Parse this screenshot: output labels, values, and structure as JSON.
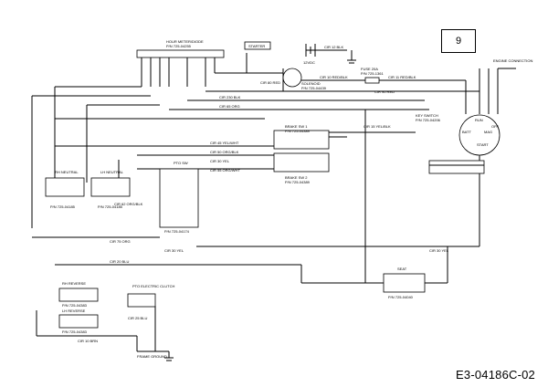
{
  "page_number": "9",
  "part_code": "E3-04186C-02",
  "labels": {
    "hour_meter": "HOUR METER/DIODE",
    "hour_meter_pn": "P/N 725-04255",
    "starter": "STARTER",
    "cir_12": "CIR 12 BLK",
    "volt": "12VDC",
    "fuse": "FUSE 20A",
    "fuse_pn": "P/N 725-1361",
    "solenoid": "SOLENOID",
    "solenoid_pn": "P/N 725-04439",
    "cir_80_red": "CIR 80 RED",
    "cir_10_red": "CIR 10 RED/BLK",
    "cir_11_red": "CIR 11 RED/BLK",
    "cir_90_red": "CIR 90 RED",
    "engine_connection": "ENGINE CONNECTION",
    "cir_230": "CIR 230 BLK",
    "cir_65": "CIR 65 ORG",
    "key_switch": "KEY SWITCH",
    "key_switch_pn": "P/N 725-04206",
    "run": "RUN",
    "start": "START",
    "off": "OFF",
    "batt": "BATT",
    "mag": "MAG",
    "brake_1": "BRAKE SW 1",
    "brake_pn": "P/N 725-04389",
    "brake_2": "BRAKE SW 2",
    "cir_45": "CIR 45 YEL/WHT",
    "cir_50": "CIR 50 ORG/BLK",
    "cir_30": "CIR 30 YEL",
    "cir_55": "CIR 55 ORG/WHT",
    "cir_62": "CIR 62 ORG/BLK",
    "cir_15": "CIR 15 YEL/BLK",
    "rh_neutral": "RH NEUTRAL",
    "lh_neutral": "LH NEUTRAL",
    "neutral_pn": "P/N 725-04185",
    "pto_sw": "PTO SW",
    "pto_pn": "P/N 725-04174",
    "cir_75": "CIR 75 ORG",
    "cir_30_yel": "CIR 30 YEL",
    "cir_20": "CIR 20 BLU",
    "seat": "SEAT",
    "seat_pn": "P/N 725-04040",
    "rh_reverse": "RH REVERSE",
    "lh_reverse": "LH REVERSE",
    "reverse_pn": "P/N 725-04383",
    "pto_clutch": "PTO ELECTRIC CLUTCH",
    "cir_25": "CIR 25 BLU",
    "cir_10_brn": "CIR 10 BRN",
    "frame_ground": "FRAME GROUND"
  }
}
